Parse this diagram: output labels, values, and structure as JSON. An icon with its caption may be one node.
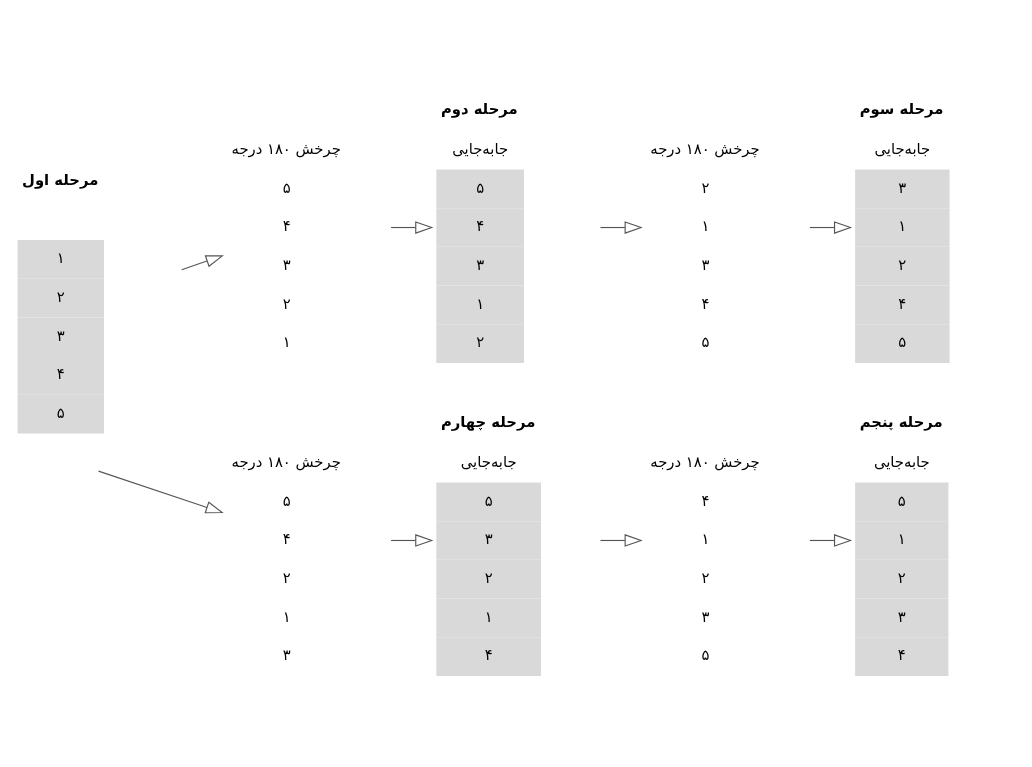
{
  "diagram": {
    "nodes": [
      {
        "text": [
          "مرحله اول",
          "۱",
          "۲",
          "۳",
          "۴",
          "۵"
        ]
      },
      {
        "text": [
          "چرخش ۱۸۰ درجه",
          "۵",
          "۴",
          "۳",
          "۲",
          "۱"
        ]
      },
      {
        "text": [
          "مرحله دوم",
          "جابه‌جایی",
          "۵",
          "۴",
          "۳",
          "۱",
          "۲"
        ]
      },
      {
        "text": [
          "چرخش ۱۸۰ درجه",
          "۲",
          "۱",
          "۳",
          "۴",
          "۵"
        ]
      },
      {
        "text": [
          "مرحله سوم",
          "جابه‌جایی",
          "۳",
          "۱",
          "۲",
          "۴",
          "۵"
        ]
      },
      {
        "text": [
          "چرخش ۱۸۰ درجه",
          "۵",
          "۴",
          "۲",
          "۱",
          "۳"
        ]
      },
      {
        "text": [
          "مرحله چهارم",
          "جابه‌جایی",
          "۵",
          "۳",
          "۲",
          "۱",
          "۴"
        ]
      },
      {
        "text": [
          "چرخش ۱۸۰ درجه",
          "۴",
          "۱",
          "۲",
          "۳",
          "۵"
        ]
      },
      {
        "text": [
          "مرحله پنجم",
          "جابه‌جایی",
          "۵",
          "۱",
          "۲",
          "۳",
          "۴"
        ]
      }
    ],
    "edges": [
      {
        "from": 0,
        "to": 1,
        "arrow": "to"
      },
      {
        "from": 1,
        "to": 2,
        "arrow": "to"
      },
      {
        "from": 2,
        "to": 3,
        "arrow": "to"
      },
      {
        "from": 3,
        "to": 4,
        "arrow": "to"
      },
      {
        "from": null,
        "to": 5,
        "arrow": "to"
      },
      {
        "from": 5,
        "to": 6,
        "arrow": "to"
      },
      {
        "from": 6,
        "to": 7,
        "arrow": "to"
      },
      {
        "from": 7,
        "to": 8,
        "arrow": "to"
      }
    ]
  }
}
